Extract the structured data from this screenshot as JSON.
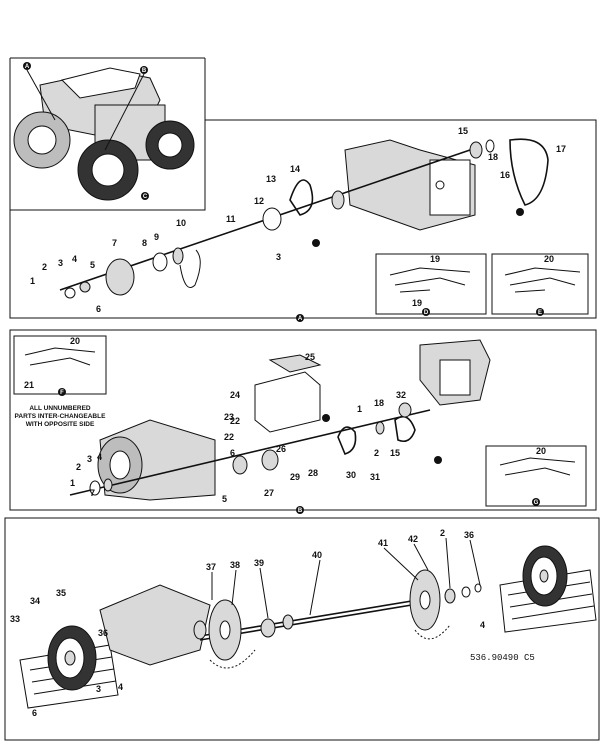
{
  "diagram": {
    "part_number": "536.90490 C5",
    "note_lines": [
      "ALL UNNUMBERED",
      "PARTS INTER-CHANGEABLE",
      "WITH OPPOSITE SIDE"
    ],
    "callout_letters": {
      "a": "A",
      "b": "B",
      "c": "C",
      "d": "D",
      "e": "E",
      "f": "F",
      "g": "G"
    },
    "labels_upper": [
      "1",
      "2",
      "3",
      "4",
      "5",
      "6",
      "7",
      "8",
      "9",
      "10",
      "11",
      "12",
      "13",
      "14",
      "15",
      "16",
      "17",
      "18",
      "19",
      "19",
      "20",
      "3"
    ],
    "labels_middle": [
      "1",
      "2",
      "3",
      "4",
      "5",
      "7",
      "1",
      "2",
      "6",
      "15",
      "18",
      "20",
      "20",
      "21",
      "22",
      "22",
      "23",
      "24",
      "25",
      "26",
      "27",
      "28",
      "29",
      "30",
      "31",
      "32"
    ],
    "labels_lower": [
      "2",
      "3",
      "4",
      "4",
      "6",
      "33",
      "34",
      "35",
      "36",
      "36",
      "37",
      "38",
      "39",
      "40",
      "41",
      "42"
    ]
  }
}
